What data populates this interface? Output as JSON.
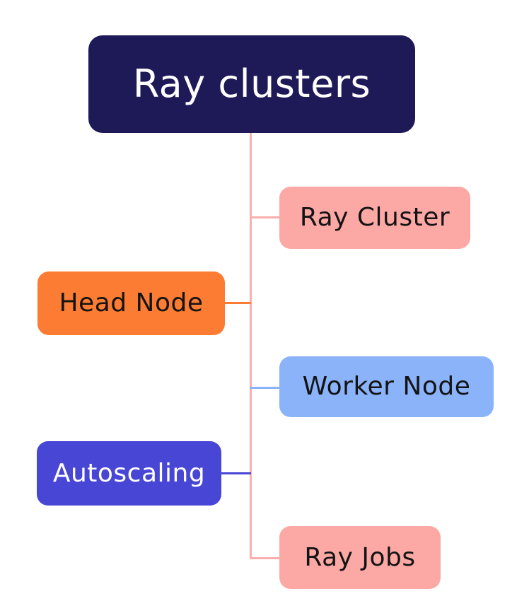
{
  "diagram": {
    "type": "mindmap",
    "root": {
      "label": "Ray clusters",
      "bg": "#1E1A58",
      "text_color": "#FFFFFF"
    },
    "nodes": [
      {
        "id": "ray-cluster",
        "label": "Ray Cluster",
        "side": "right",
        "bg": "#FCA9A6",
        "text_color": "#141414",
        "connector_color": "#FBAFAC"
      },
      {
        "id": "head-node",
        "label": "Head Node",
        "side": "left",
        "bg": "#FB7C32",
        "text_color": "#141414",
        "connector_color": "#FB7C32"
      },
      {
        "id": "worker-node",
        "label": "Worker Node",
        "side": "right",
        "bg": "#8BB3FA",
        "text_color": "#141414",
        "connector_color": "#8BB3FA"
      },
      {
        "id": "autoscaling",
        "label": "Autoscaling",
        "side": "left",
        "bg": "#4846D4",
        "text_color": "#FFFFFF",
        "connector_color": "#4846D4"
      },
      {
        "id": "ray-jobs",
        "label": "Ray Jobs",
        "side": "right",
        "bg": "#FCA9A6",
        "text_color": "#141414",
        "connector_color": "#FBAFAC"
      }
    ],
    "spine_color": "#FBAFAC",
    "background_color": "#FFFFFF"
  }
}
